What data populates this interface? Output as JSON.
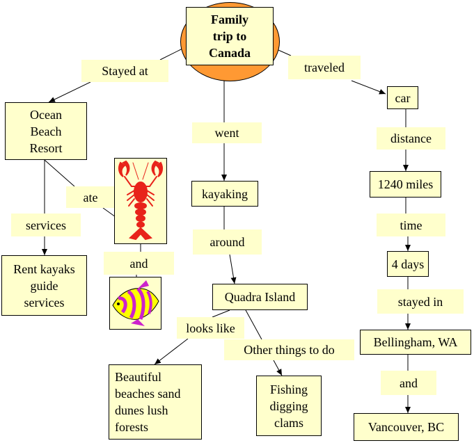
{
  "title": "Family\ntrip to\nCanada",
  "nodes": {
    "ocean_beach_resort": "Ocean\nBeach\nResort",
    "rent_kayaks": "Rent kayaks\nguide\nservices",
    "kayaking": "kayaking",
    "quadra_island": "Quadra Island",
    "beautiful_beaches": "Beautiful\nbeaches sand\ndunes lush\nforests",
    "fishing": "Fishing\ndigging\nclams",
    "car": "car",
    "miles": "1240 miles",
    "days": "4 days",
    "bellingham": "Bellingham, WA",
    "vancouver": "Vancouver, BC"
  },
  "links": {
    "stayed_at": "Stayed at",
    "went": "went",
    "traveled": "traveled",
    "ate": "ate",
    "services": "services",
    "and_1": "and",
    "around": "around",
    "looks_like": "looks like",
    "other_things": "Other things to do",
    "distance": "distance",
    "time": "time",
    "stayed_in": "stayed in",
    "and_2": "and"
  },
  "colors": {
    "node_fill": "#ffffcc",
    "title_ellipse": "#ff9933",
    "lobster": "#e8231a",
    "fish_magenta": "#cc22cc",
    "fish_yellow": "#ffff00"
  },
  "images": [
    "lobster-image",
    "angelfish-image"
  ]
}
